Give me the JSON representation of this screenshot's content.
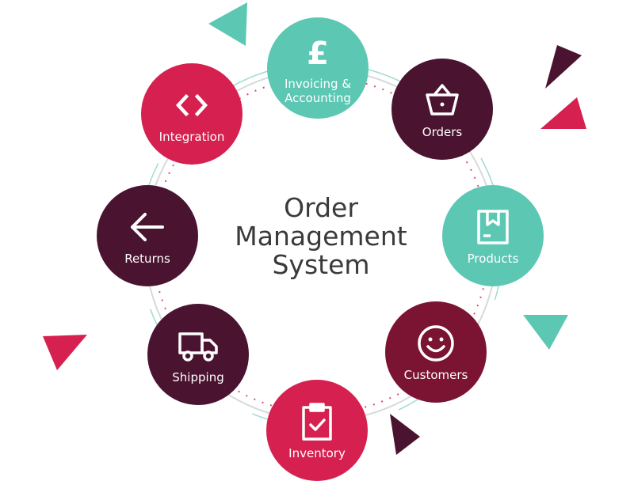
{
  "center_title": "Order\nManagement\nSystem",
  "colors": {
    "crimson": "#d6204f",
    "teal": "#5cc7b3",
    "plum": "#4a1430",
    "wine": "#7a1432",
    "text": "#3a3a3a",
    "ring": "#cfd3d3"
  },
  "nodes": [
    {
      "id": "invoicing",
      "label": "Invoicing &\nAccounting",
      "icon": "pound-icon",
      "color": "teal"
    },
    {
      "id": "orders",
      "label": "Orders",
      "icon": "basket-icon",
      "color": "plum"
    },
    {
      "id": "products",
      "label": "Products",
      "icon": "box-icon",
      "color": "teal"
    },
    {
      "id": "customers",
      "label": "Customers",
      "icon": "smiley-icon",
      "color": "wine"
    },
    {
      "id": "inventory",
      "label": "Inventory",
      "icon": "clipboard-check-icon",
      "color": "crimson"
    },
    {
      "id": "shipping",
      "label": "Shipping",
      "icon": "truck-icon",
      "color": "plum"
    },
    {
      "id": "returns",
      "label": "Returns",
      "icon": "arrow-left-icon",
      "color": "plum"
    },
    {
      "id": "integration",
      "label": "Integration",
      "icon": "code-icon",
      "color": "crimson"
    }
  ]
}
